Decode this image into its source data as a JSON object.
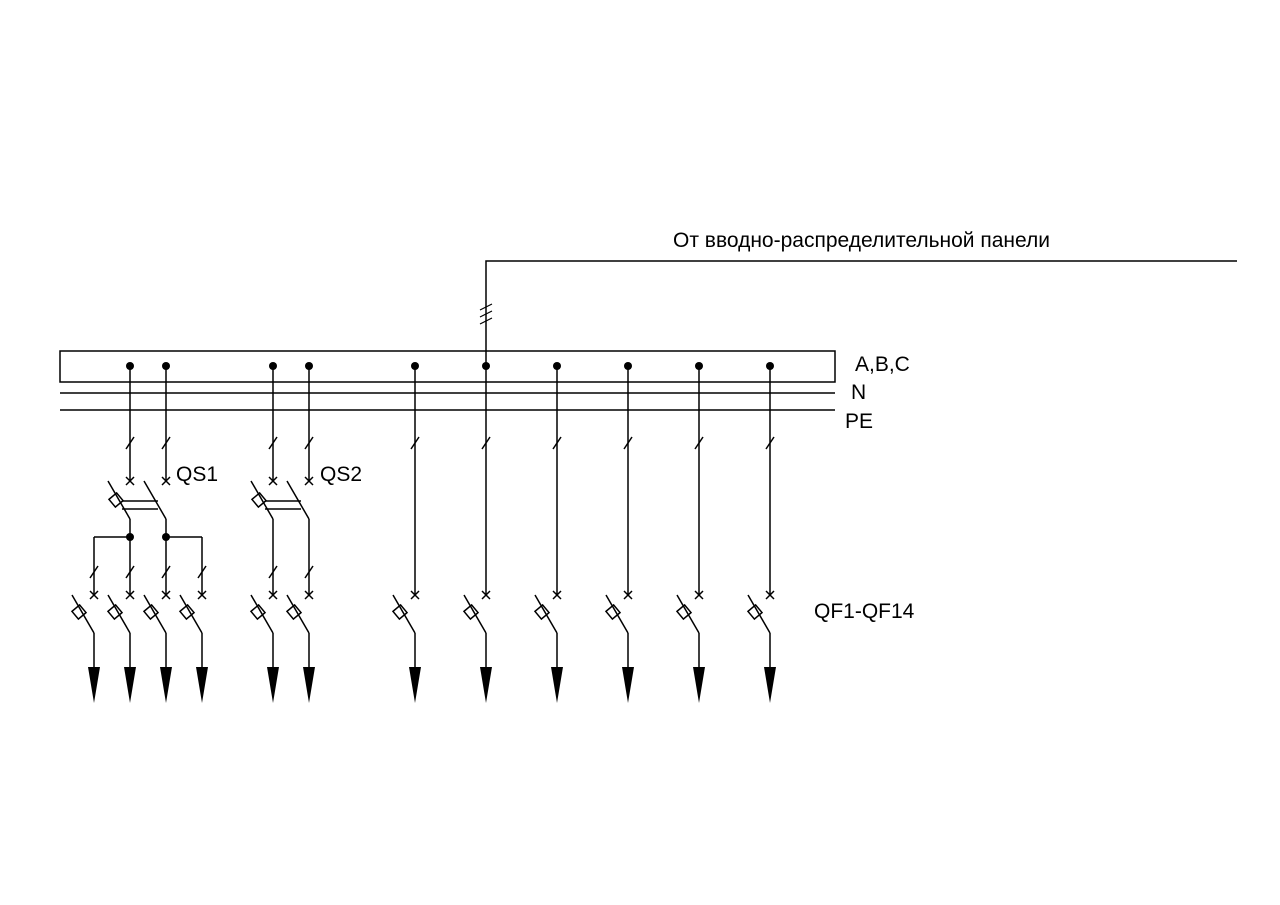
{
  "labels": {
    "source": "От вводно-распределительной панели",
    "bus_phases": "A,B,C",
    "bus_neutral": "N",
    "bus_pe": "PE",
    "switch_1": "QS1",
    "switch_2": "QS2",
    "breakers": "QF1-QF14"
  },
  "colors": {
    "line": "#000000",
    "background": "#ffffff"
  }
}
